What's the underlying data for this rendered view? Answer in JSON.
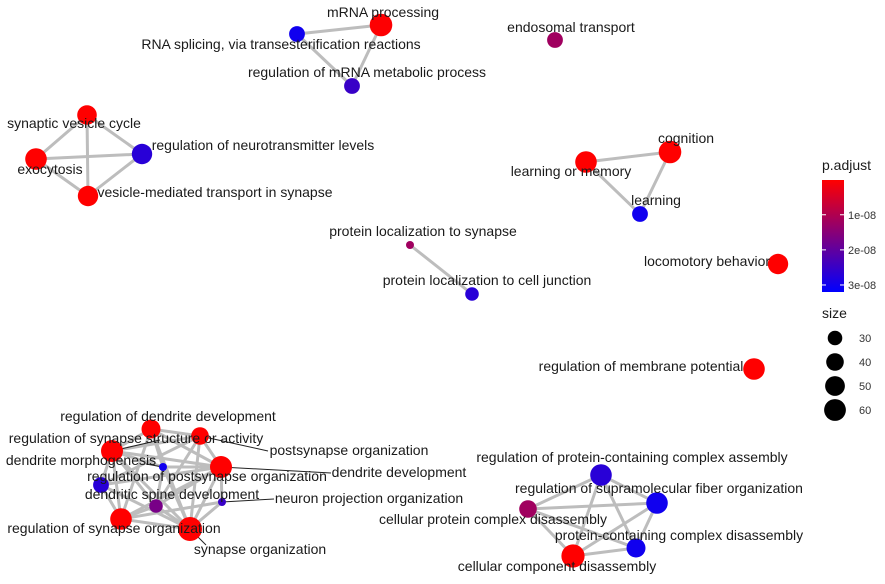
{
  "chart_data": {
    "type": "network",
    "nodes": [
      {
        "id": "mrna_processing",
        "label": "mRNA processing",
        "p_adjust": 3e-10,
        "size": 55
      },
      {
        "id": "rna_splicing",
        "label": "RNA splicing, via transesterification reactions",
        "p_adjust": 3e-08,
        "size": 30
      },
      {
        "id": "reg_mrna_metab",
        "label": "regulation of mRNA metabolic process",
        "p_adjust": 2.5e-08,
        "size": 30
      },
      {
        "id": "endosomal_transport",
        "label": "endosomal transport",
        "p_adjust": 1.2e-08,
        "size": 30
      },
      {
        "id": "synaptic_vesicle_cycle",
        "label": "synaptic vesicle cycle",
        "p_adjust": 1e-10,
        "size": 42
      },
      {
        "id": "reg_neurotransmitter",
        "label": "regulation of neurotransmitter levels",
        "p_adjust": 2.7e-08,
        "size": 45
      },
      {
        "id": "exocytosis",
        "label": "exocytosis",
        "p_adjust": 1e-10,
        "size": 50
      },
      {
        "id": "vesicle_transport_synapse",
        "label": "vesicle-mediated transport in synapse",
        "p_adjust": 1e-10,
        "size": 45
      },
      {
        "id": "cognition",
        "label": "cognition",
        "p_adjust": 1e-10,
        "size": 55
      },
      {
        "id": "learning_memory",
        "label": "learning or memory",
        "p_adjust": 1e-10,
        "size": 50
      },
      {
        "id": "learning",
        "label": "learning",
        "p_adjust": 3e-08,
        "size": 30
      },
      {
        "id": "protein_loc_synapse",
        "label": "protein localization to synapse",
        "p_adjust": 1.2e-08,
        "size": 20
      },
      {
        "id": "protein_loc_cell_junction",
        "label": "protein localization to cell junction",
        "p_adjust": 2.7e-08,
        "size": 25
      },
      {
        "id": "locomotory_behavior",
        "label": "locomotory behavior",
        "p_adjust": 1e-10,
        "size": 45
      },
      {
        "id": "reg_membrane_potential",
        "label": "regulation of membrane potential",
        "p_adjust": 1e-10,
        "size": 50
      },
      {
        "id": "reg_dendrite_dev",
        "label": "regulation of dendrite development",
        "p_adjust": 1e-10,
        "size": 40
      },
      {
        "id": "reg_synapse_structure",
        "label": "regulation of synapse structure or activity",
        "p_adjust": 1e-10,
        "size": 52
      },
      {
        "id": "postsynapse_org",
        "label": "postsynapse organization",
        "p_adjust": 1e-10,
        "size": 35
      },
      {
        "id": "dendrite_morphogenesis",
        "label": "dendrite morphogenesis",
        "p_adjust": 3e-08,
        "size": 20
      },
      {
        "id": "dendrite_development",
        "label": "dendrite development",
        "p_adjust": 1e-10,
        "size": 52
      },
      {
        "id": "reg_postsynapse_org",
        "label": "regulation of postsynapse organization",
        "p_adjust": 2.7e-08,
        "size": 30
      },
      {
        "id": "dendritic_spine_dev",
        "label": "dendritic spine development",
        "p_adjust": 1.7e-08,
        "size": 25
      },
      {
        "id": "neuron_projection_org",
        "label": "neuron projection organization",
        "p_adjust": 2.5e-08,
        "size": 20
      },
      {
        "id": "reg_synapse_org",
        "label": "regulation of synapse organization",
        "p_adjust": 1e-10,
        "size": 50
      },
      {
        "id": "synapse_org",
        "label": "synapse organization",
        "p_adjust": 1e-10,
        "size": 62
      },
      {
        "id": "reg_protein_complex_assembly",
        "label": "regulation of protein-containing complex assembly",
        "p_adjust": 2.7e-08,
        "size": 50
      },
      {
        "id": "reg_supramolecular_fiber",
        "label": "regulation of supramolecular fiber organization",
        "p_adjust": 3e-08,
        "size": 50
      },
      {
        "id": "cellular_protein_complex_disassembly",
        "label": "cellular protein complex disassembly",
        "p_adjust": 1.2e-08,
        "size": 35
      },
      {
        "id": "protein_complex_disassembly",
        "label": "protein-containing complex disassembly",
        "p_adjust": 3e-08,
        "size": 40
      },
      {
        "id": "cellular_component_disassembly",
        "label": "cellular component disassembly",
        "p_adjust": 1e-10,
        "size": 58
      }
    ],
    "edges": [
      [
        "mrna_processing",
        "rna_splicing"
      ],
      [
        "mrna_processing",
        "reg_mrna_metab"
      ],
      [
        "rna_splicing",
        "reg_mrna_metab"
      ],
      [
        "synaptic_vesicle_cycle",
        "exocytosis"
      ],
      [
        "synaptic_vesicle_cycle",
        "reg_neurotransmitter"
      ],
      [
        "synaptic_vesicle_cycle",
        "vesicle_transport_synapse"
      ],
      [
        "exocytosis",
        "reg_neurotransmitter"
      ],
      [
        "exocytosis",
        "vesicle_transport_synapse"
      ],
      [
        "reg_neurotransmitter",
        "vesicle_transport_synapse"
      ],
      [
        "learning_memory",
        "cognition"
      ],
      [
        "learning_memory",
        "learning"
      ],
      [
        "cognition",
        "learning"
      ],
      [
        "protein_loc_synapse",
        "protein_loc_cell_junction"
      ],
      [
        "reg_dendrite_dev",
        "reg_synapse_structure"
      ],
      [
        "reg_dendrite_dev",
        "postsynapse_org"
      ],
      [
        "reg_dendrite_dev",
        "dendrite_development"
      ],
      [
        "reg_dendrite_dev",
        "dendrite_morphogenesis"
      ],
      [
        "reg_dendrite_dev",
        "synapse_org"
      ],
      [
        "reg_dendrite_dev",
        "reg_synapse_org"
      ],
      [
        "reg_synapse_structure",
        "postsynapse_org"
      ],
      [
        "reg_synapse_structure",
        "dendrite_development"
      ],
      [
        "reg_synapse_structure",
        "dendrite_morphogenesis"
      ],
      [
        "reg_synapse_structure",
        "reg_synapse_org"
      ],
      [
        "reg_synapse_structure",
        "synapse_org"
      ],
      [
        "reg_synapse_structure",
        "dendritic_spine_dev"
      ],
      [
        "reg_synapse_structure",
        "reg_postsynapse_org"
      ],
      [
        "postsynapse_org",
        "dendrite_development"
      ],
      [
        "postsynapse_org",
        "synapse_org"
      ],
      [
        "postsynapse_org",
        "reg_postsynapse_org"
      ],
      [
        "postsynapse_org",
        "dendritic_spine_dev"
      ],
      [
        "dendrite_morphogenesis",
        "dendrite_development"
      ],
      [
        "dendrite_morphogenesis",
        "dendritic_spine_dev"
      ],
      [
        "dendrite_morphogenesis",
        "synapse_org"
      ],
      [
        "dendrite_development",
        "synapse_org"
      ],
      [
        "dendrite_development",
        "neuron_projection_org"
      ],
      [
        "dendrite_development",
        "reg_synapse_org"
      ],
      [
        "dendrite_development",
        "reg_postsynapse_org"
      ],
      [
        "dendrite_development",
        "dendritic_spine_dev"
      ],
      [
        "reg_postsynapse_org",
        "synapse_org"
      ],
      [
        "reg_postsynapse_org",
        "reg_synapse_org"
      ],
      [
        "dendritic_spine_dev",
        "synapse_org"
      ],
      [
        "dendritic_spine_dev",
        "reg_synapse_org"
      ],
      [
        "reg_synapse_org",
        "synapse_org"
      ],
      [
        "neuron_projection_org",
        "synapse_org"
      ],
      [
        "neuron_projection_org",
        "reg_synapse_org"
      ],
      [
        "reg_protein_complex_assembly",
        "reg_supramolecular_fiber"
      ],
      [
        "reg_protein_complex_assembly",
        "cellular_protein_complex_disassembly"
      ],
      [
        "reg_protein_complex_assembly",
        "protein_complex_disassembly"
      ],
      [
        "reg_protein_complex_assembly",
        "cellular_component_disassembly"
      ],
      [
        "reg_supramolecular_fiber",
        "protein_complex_disassembly"
      ],
      [
        "reg_supramolecular_fiber",
        "cellular_component_disassembly"
      ],
      [
        "reg_supramolecular_fiber",
        "cellular_protein_complex_disassembly"
      ],
      [
        "cellular_protein_complex_disassembly",
        "cellular_component_disassembly"
      ],
      [
        "cellular_protein_complex_disassembly",
        "protein_complex_disassembly"
      ],
      [
        "protein_complex_disassembly",
        "cellular_component_disassembly"
      ]
    ],
    "legend": {
      "color_title": "p.adjust",
      "color_ticks": [
        {
          "value": 1e-08,
          "label": "1e-08"
        },
        {
          "value": 2e-08,
          "label": "2e-08"
        },
        {
          "value": 3e-08,
          "label": "3e-08"
        }
      ],
      "color_range": [
        1e-10,
        3.2e-08
      ],
      "color_low": "#ff0000",
      "color_high": "#0000ff",
      "size_title": "size",
      "size_ticks": [
        30,
        40,
        50,
        60
      ],
      "size_range": [
        20,
        62
      ],
      "placement": "right"
    },
    "edge_color": "#bdbdbd",
    "grid": false
  }
}
